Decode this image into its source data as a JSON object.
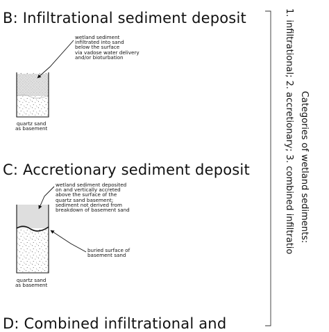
{
  "panels": {
    "b": {
      "title": "B:  Infiltrational sediment deposit",
      "note_sediment": "wetland sediment\ninfiltrated into sand\nbelow the surface\nvia vadose water delivery\nand/or bioturbation",
      "note_basement": "quartz sand\nas basement"
    },
    "c": {
      "title": "C:  Accretionary sediment deposit",
      "note_sediment": "wetland sediment deposited\non and vertically accreted\nabove the surface of the\nquartz sand basement;\nsediment not derived from\nbreakdown of basement sand",
      "note_buried": "buried surface of\nbasement sand",
      "note_basement": "quartz sand\nas basement"
    },
    "d": {
      "title": "D:  Combined infiltrational and"
    }
  },
  "side_caption": {
    "line1": "Categories of wetland sediments:",
    "line2": "1. infiltrational; 2. accretionary; 3. combined infiltratio"
  }
}
